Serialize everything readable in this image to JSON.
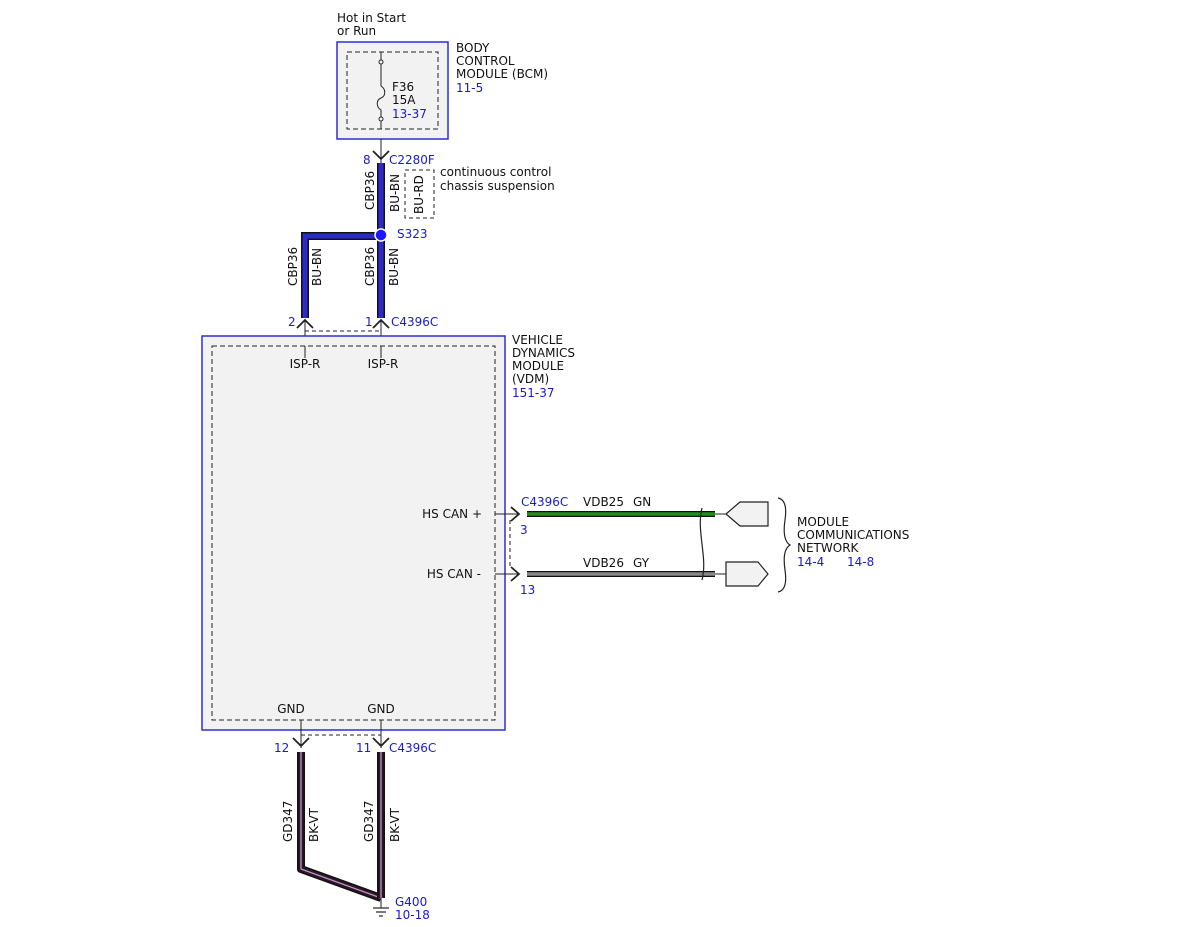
{
  "colors": {
    "module_border": "#2f2fd6",
    "module_fill": "#f2f2f2",
    "reference_text": "#1a1acc",
    "wire_bu_bn": "#2b2bc8",
    "wire_bk_vt": "#2a1828",
    "wire_bk_vt_stripe": "#c58fc2",
    "wire_gn": "#1e8f1e",
    "wire_gy": "#888888"
  },
  "power": {
    "label_line1": "Hot in Start",
    "label_line2": "or Run"
  },
  "bcm": {
    "name_line1": "BODY",
    "name_line2": "CONTROL",
    "name_line3": "MODULE (BCM)",
    "page_ref": "11-5",
    "fuse_id": "F36",
    "fuse_rating": "15A",
    "fuse_ref": "13-37"
  },
  "connector_bcm": {
    "pin": "8",
    "name": "C2280F"
  },
  "wire_bcm": {
    "circuit": "CBP36",
    "color": "BU-BN",
    "option_color": "BU-RD",
    "option_note_line1": "continuous control",
    "option_note_line2": "chassis suspension"
  },
  "splice": {
    "name": "S323"
  },
  "wire_left": {
    "circuit": "CBP36",
    "color": "BU-BN"
  },
  "wire_right": {
    "circuit": "CBP36",
    "color": "BU-BN"
  },
  "connector_vdm_top": {
    "pin_left": "2",
    "pin_right": "1",
    "name": "C4396C"
  },
  "vdm": {
    "name_line1": "VEHICLE",
    "name_line2": "DYNAMICS",
    "name_line3": "MODULE",
    "name_line4": "(VDM)",
    "page_ref": "151-37",
    "pin_isp_left": "ISP-R",
    "pin_isp_right": "ISP-R",
    "pin_can_high": "HS CAN +",
    "pin_can_low": "HS CAN -",
    "pin_gnd_left": "GND",
    "pin_gnd_right": "GND"
  },
  "connector_can": {
    "name": "C4396C",
    "pin_high": "3",
    "pin_low": "13"
  },
  "wire_can_high": {
    "circuit": "VDB25",
    "color": "GN"
  },
  "wire_can_low": {
    "circuit": "VDB26",
    "color": "GY"
  },
  "network": {
    "name_line1": "MODULE",
    "name_line2": "COMMUNICATIONS",
    "name_line3": "NETWORK",
    "ref1": "14-4",
    "ref2": "14-8"
  },
  "connector_vdm_bottom": {
    "pin_left": "12",
    "pin_right": "11",
    "name": "C4396C"
  },
  "wire_gnd_left": {
    "circuit": "GD347",
    "color": "BK-VT"
  },
  "wire_gnd_right": {
    "circuit": "GD347",
    "color": "BK-VT"
  },
  "ground": {
    "name": "G400",
    "ref": "10-18"
  }
}
